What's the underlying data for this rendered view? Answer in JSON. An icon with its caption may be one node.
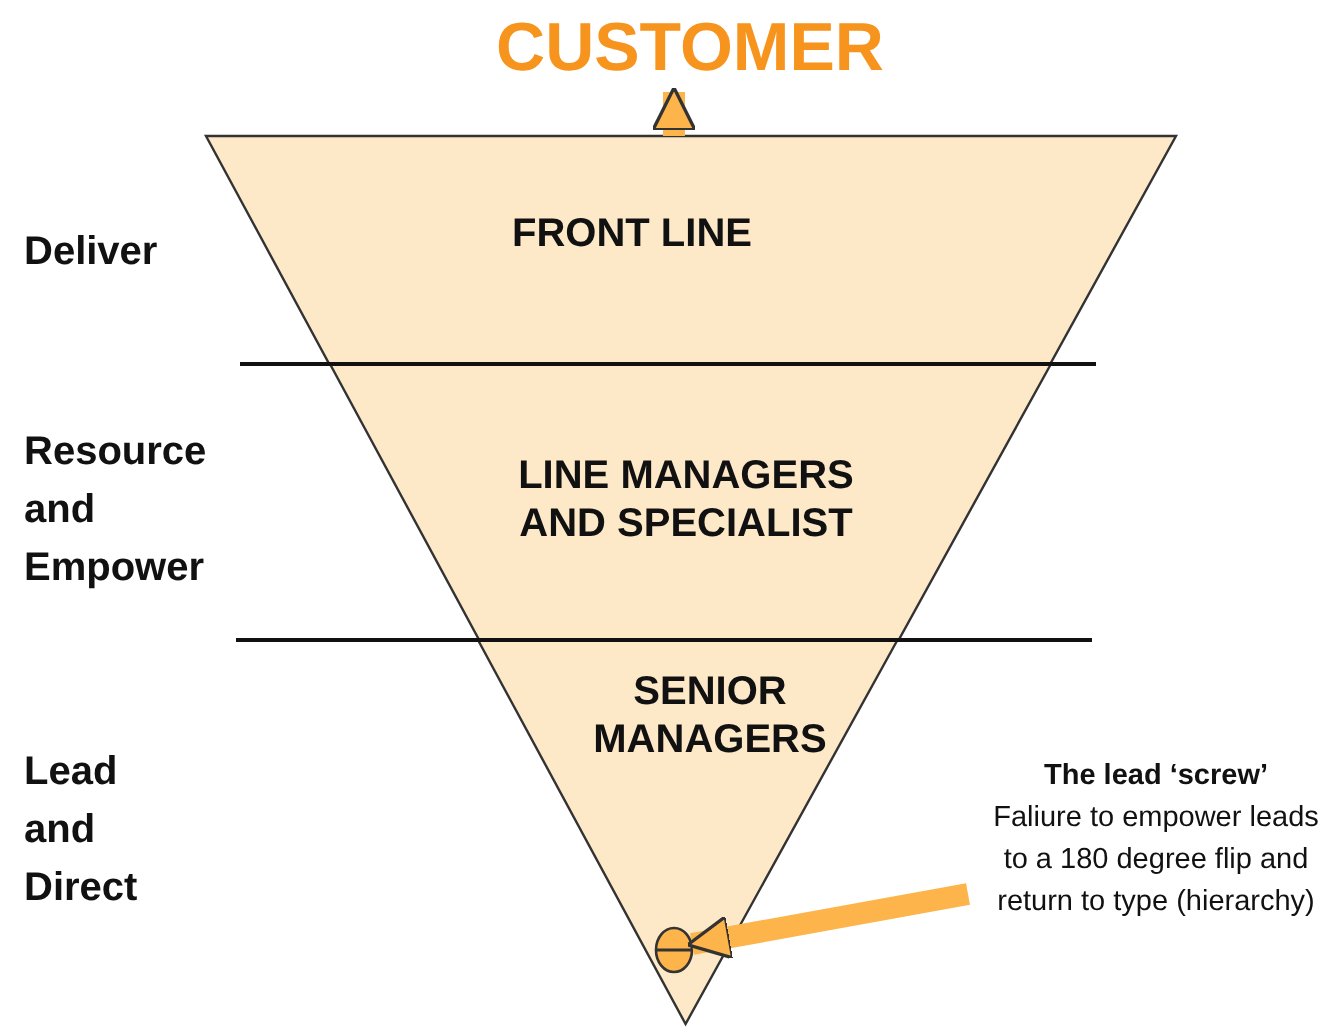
{
  "diagram": {
    "nodes": [
      {
        "text": [
          "CUSTOMER"
        ]
      },
      {
        "text": [
          "FRONT LINE"
        ]
      },
      {
        "text": [
          "LINE MANAGERS AND SPECIALIST"
        ]
      },
      {
        "text": [
          "SENIOR MANAGERS"
        ]
      },
      {
        "text": [],
        "shape": "circle",
        "in": 3
      },
      {
        "text": [
          "The lead ‘screw’",
          "Faliure to empower leads to a 180 degree flip and return to type (hierarchy)"
        ]
      }
    ],
    "edges": [
      {
        "from": 1,
        "to": 0,
        "arrow": "to"
      },
      {
        "from": 5,
        "to": 4,
        "arrow": "to"
      }
    ],
    "labels": [
      "Deliver",
      "Resource and Empower",
      "Lead and Direct"
    ]
  }
}
